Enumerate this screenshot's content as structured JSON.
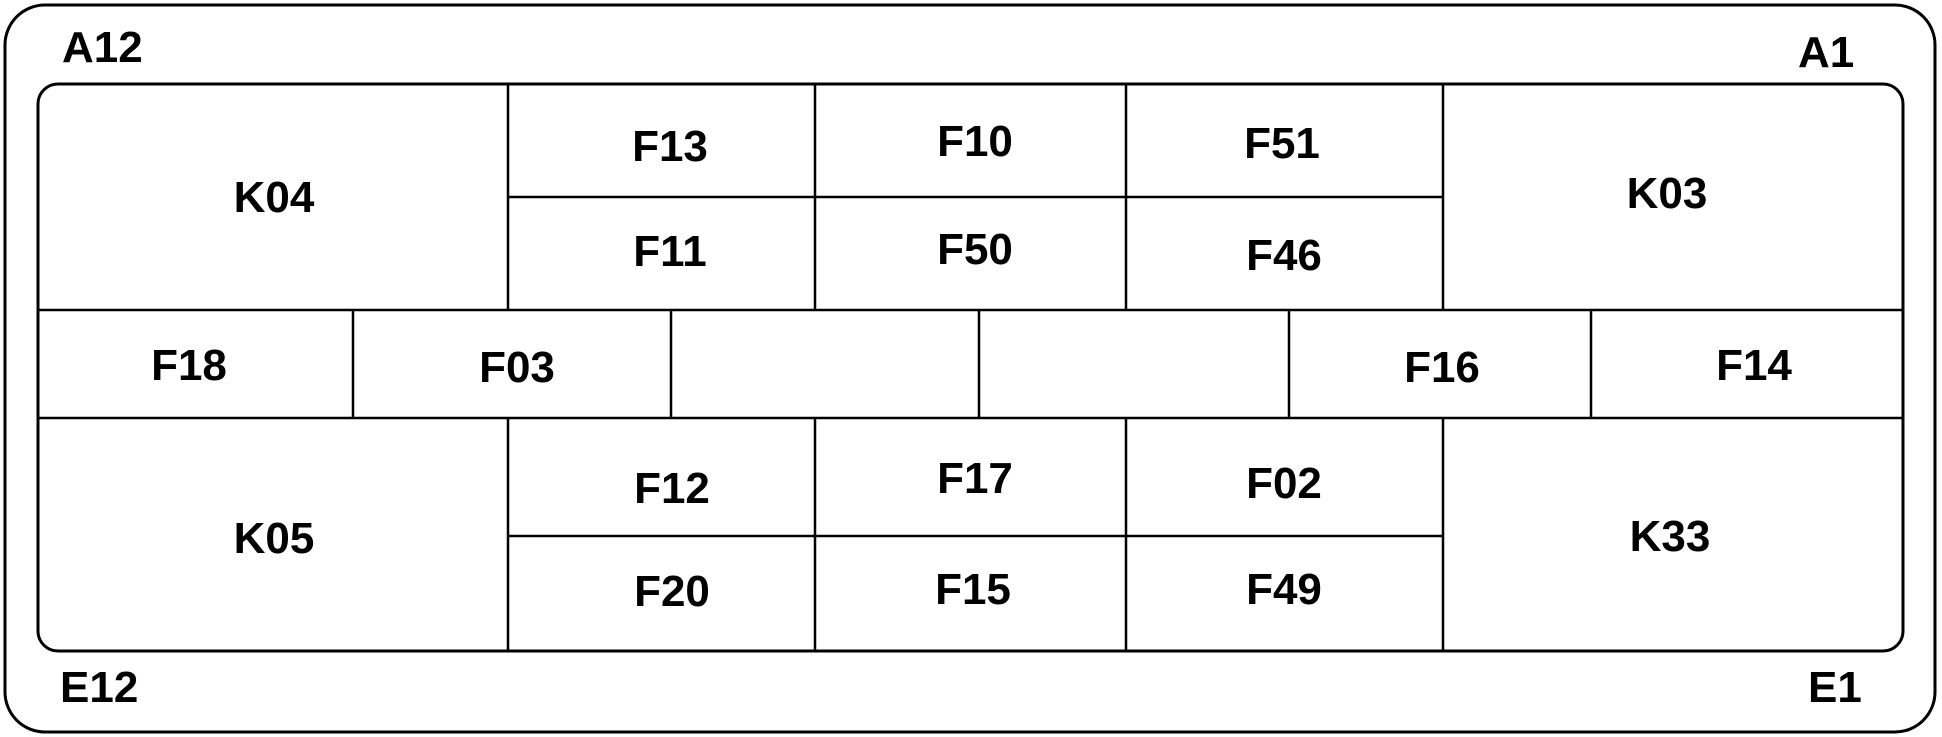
{
  "corners": {
    "top_left": "A12",
    "top_right": "A1",
    "bottom_left": "E12",
    "bottom_right": "E1"
  },
  "top_row": {
    "left_relay": "K04",
    "upper_fuses": [
      "F13",
      "F10",
      "F51"
    ],
    "lower_fuses": [
      "F11",
      "F50",
      "F46"
    ],
    "right_relay": "K03"
  },
  "middle_row": [
    "F18",
    "F03",
    "",
    "",
    "F16",
    "F14"
  ],
  "bottom_row": {
    "left_relay": "K05",
    "upper_fuses": [
      "F12",
      "F17",
      "F02"
    ],
    "lower_fuses": [
      "F20",
      "F15",
      "F49"
    ],
    "right_relay": "K33"
  },
  "colors": {
    "line": "#000000",
    "background": "#ffffff"
  }
}
